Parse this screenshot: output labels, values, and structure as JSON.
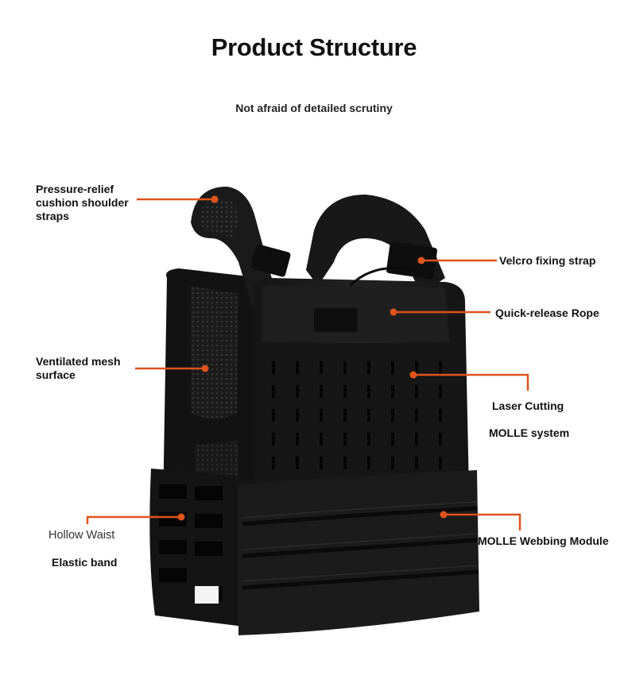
{
  "title": "Product Structure",
  "subtitle": "Not afraid of detailed scrutiny",
  "colors": {
    "accent": "#e0531c",
    "product": "#141414",
    "text": "#111111"
  },
  "labels": {
    "shoulder_line1": "Pressure-relief",
    "shoulder_line2": "cushion shoulder",
    "shoulder_line3": "straps",
    "velcro": "Velcro fixing strap",
    "quick_release": "Quick-release Rope",
    "mesh_line1": "Ventilated mesh",
    "mesh_line2": "surface",
    "laser_cutting": "Laser Cutting",
    "molle_system": "MOLLE system",
    "hollow_waist": "Hollow Waist",
    "elastic_band": "Elastic band",
    "webbing_module": "MOLLE Webbing Module"
  }
}
